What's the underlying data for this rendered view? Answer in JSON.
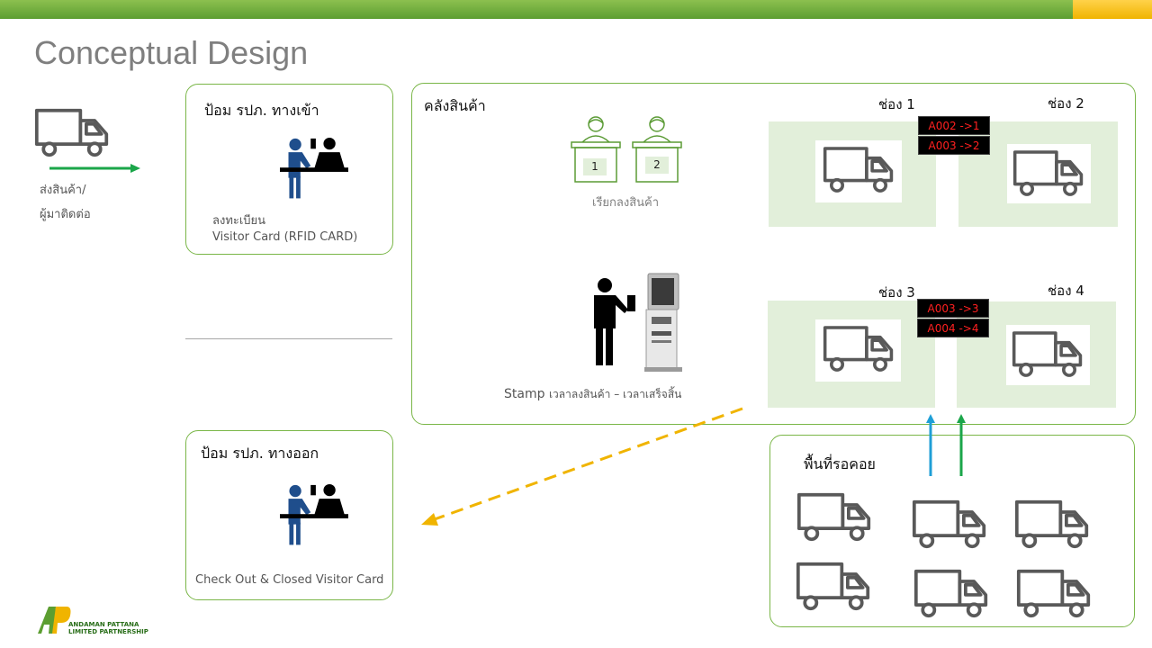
{
  "header": {
    "title": "Conceptual Design"
  },
  "arrival": {
    "label_line1": "ส่งสินค้า/",
    "label_line2": "ผู้มาติดต่อ"
  },
  "entry_gate": {
    "title": "ป้อม รปภ. ทางเข้า",
    "note_line1": "ลงทะเบียน",
    "note_line2": "Visitor Card (RFID CARD)"
  },
  "exit_gate": {
    "title": "ป้อม รปภ. ทางออก",
    "note": "Check Out & Closed Visitor Card"
  },
  "warehouse": {
    "title": "คลังสินค้า",
    "counters": {
      "numbers": [
        "1",
        "2"
      ],
      "caption": "เรียกลงสินค้า"
    },
    "stamp": {
      "label": "Stamp",
      "detail": "เวลาลงสินค้า – เวลาเสร็จสิ้น"
    },
    "bays": [
      {
        "label": "ช่อง 1"
      },
      {
        "label": "ช่อง 2"
      },
      {
        "label": "ช่อง 3"
      },
      {
        "label": "ช่อง 4"
      }
    ],
    "queue_top": [
      "A002 ->1",
      "A003 ->2"
    ],
    "queue_bottom": [
      "A003 ->3",
      "A004 ->4"
    ]
  },
  "waiting_area": {
    "title": "พื้นที่รอคอย"
  },
  "logo": {
    "line1": "ANDAMAN PATTANA",
    "line2": "LIMITED PARTNERSHIP"
  },
  "colors": {
    "green_accent": "#7ab648",
    "arrow_green": "#1ba64a",
    "arrow_blue": "#1f9fd6",
    "arrow_yellow": "#f0b400",
    "tag_text": "#ff2020",
    "guard_blue": "#1f4e8c"
  }
}
